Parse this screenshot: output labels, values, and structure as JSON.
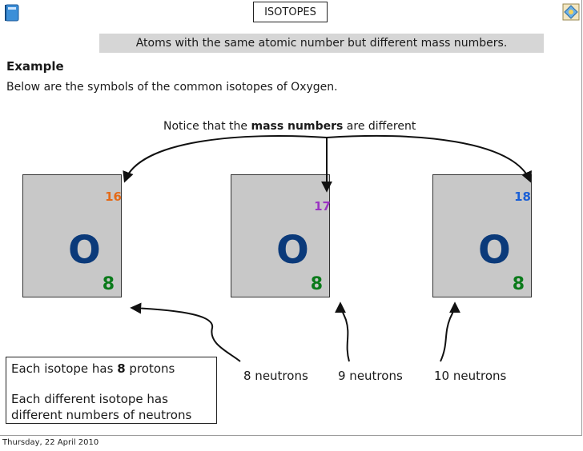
{
  "header": {
    "title": "ISOTOPES"
  },
  "definition": "Atoms with the same atomic number but different mass numbers.",
  "example_heading": "Example",
  "intro": "Below are the symbols of the common isotopes of Oxygen.",
  "notice": {
    "before": "Notice that the ",
    "bold": "mass numbers",
    "after": " are different"
  },
  "isotopes": [
    {
      "symbol": "O",
      "mass": "16",
      "atomic": "8",
      "mass_color": "#e46a18"
    },
    {
      "symbol": "O",
      "mass": "17",
      "atomic": "8",
      "mass_color": "#9b35c2"
    },
    {
      "symbol": "O",
      "mass": "18",
      "atomic": "8",
      "mass_color": "#1a5fd6"
    }
  ],
  "neutrons": [
    "8 neutrons",
    "9 neutrons",
    "10 neutrons"
  ],
  "info": {
    "line1_before": "Each isotope has ",
    "line1_bold": "8",
    "line1_after": " protons",
    "line2": "Each different isotope has different numbers of neutrons"
  },
  "footer": "Thursday, 22 April 2010",
  "icons": {
    "top_left": "notebook-icon",
    "top_right": "picture-icon"
  }
}
